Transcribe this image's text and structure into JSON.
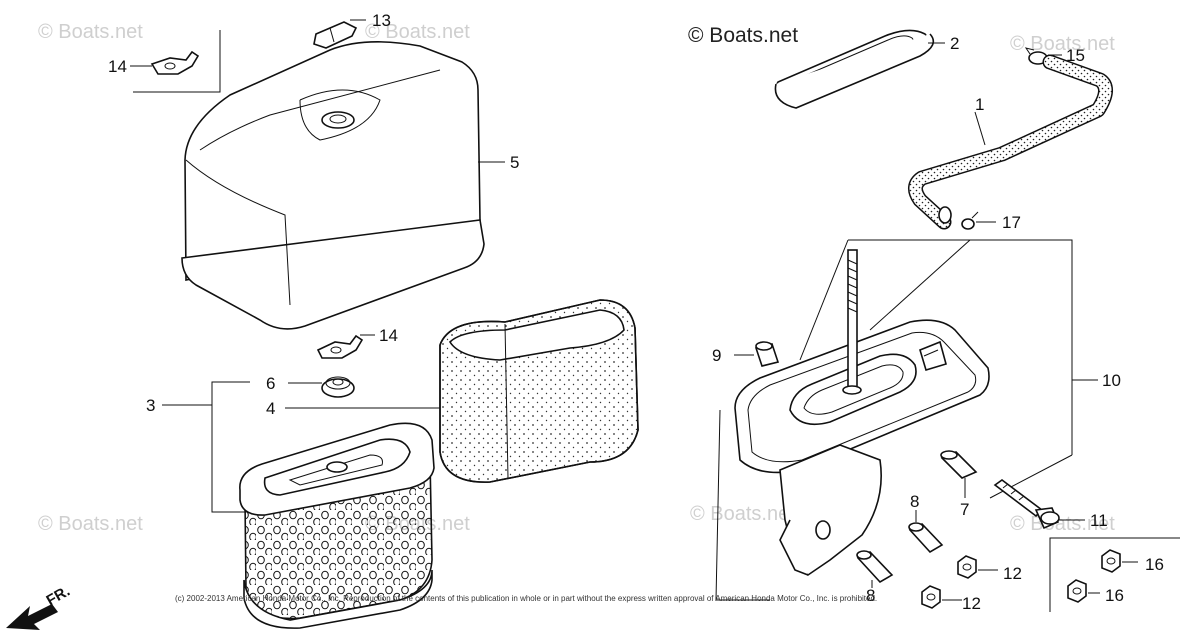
{
  "watermark": "© Boats.net",
  "copyright_header": "© Boats.net",
  "footer_notice": "(c) 2002-2013 American Honda Motor Co., Inc. Reproduction of the contents of this publication in whole or in part without the express written approval of American Honda Motor Co., Inc. is prohibited.",
  "direction_label": "FR.",
  "callouts": {
    "c1": "1",
    "c2": "2",
    "c3": "3",
    "c4": "4",
    "c5": "5",
    "c6": "6",
    "c7": "7",
    "c8a": "8",
    "c8b": "8",
    "c9": "9",
    "c10": "10",
    "c11": "11",
    "c12a": "12",
    "c12b": "12",
    "c13": "13",
    "c14a": "14",
    "c14b": "14",
    "c15": "15",
    "c16a": "16",
    "c16b": "16",
    "c17": "17"
  },
  "colors": {
    "line": "#111111",
    "watermark": "#cfcfcf",
    "background": "#ffffff"
  }
}
